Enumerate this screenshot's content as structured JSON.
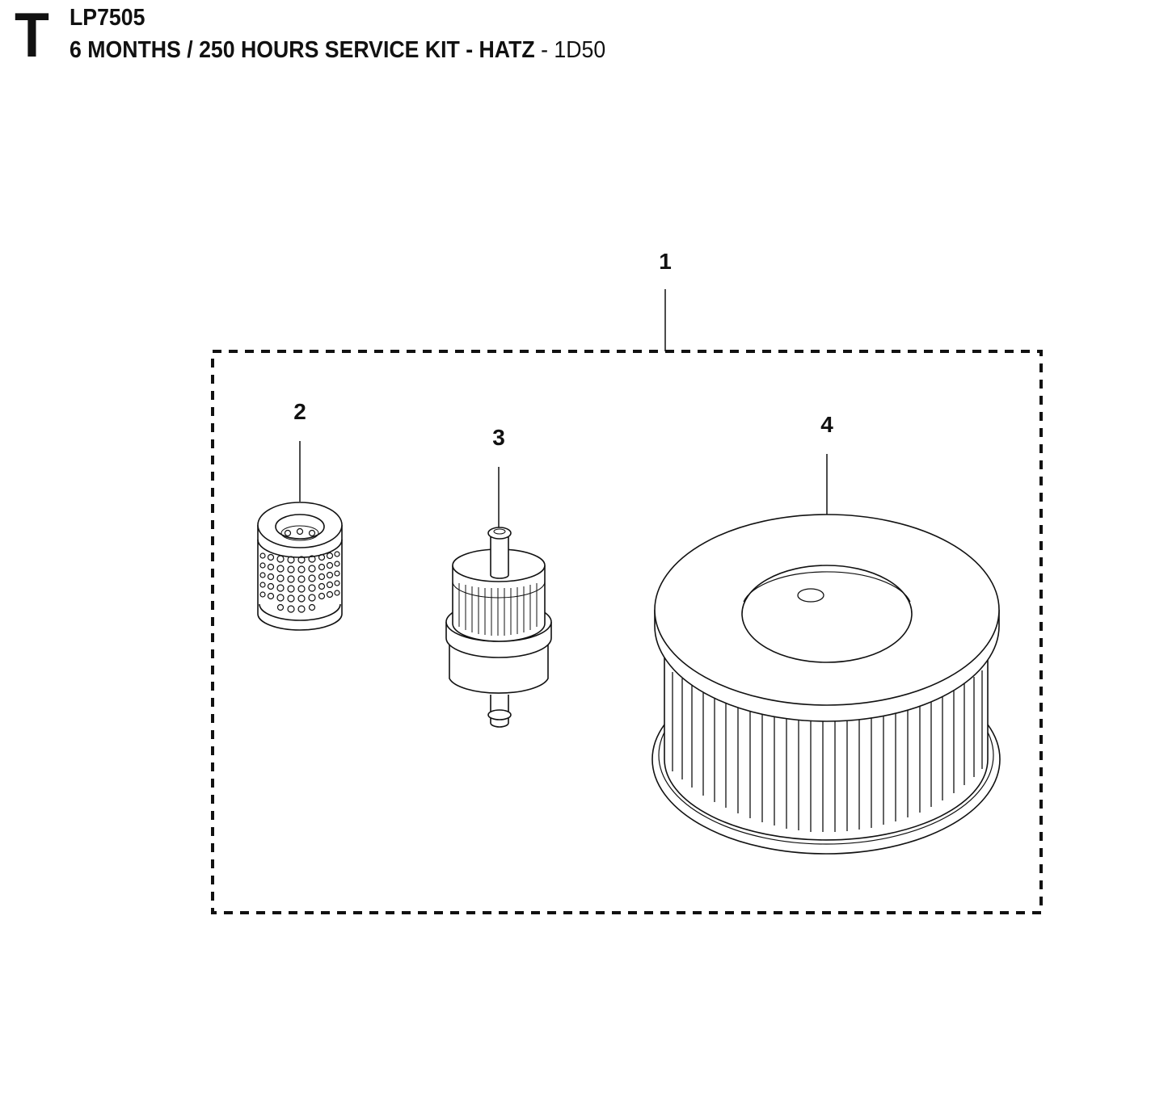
{
  "header": {
    "section_letter": "T",
    "part_number": "LP7505",
    "title_main": "6 MONTHS / 250 HOURS SERVICE KIT - HATZ",
    "title_separator": " - ",
    "title_engine": "1D50"
  },
  "diagram": {
    "kit_boundary": "dashed",
    "callouts": [
      {
        "id": "1",
        "label": "1",
        "refers_to": "service-kit"
      },
      {
        "id": "2",
        "label": "2",
        "refers_to": "oil-filter-cartridge"
      },
      {
        "id": "3",
        "label": "3",
        "refers_to": "inline-fuel-filter"
      },
      {
        "id": "4",
        "label": "4",
        "refers_to": "air-filter-element"
      }
    ]
  }
}
